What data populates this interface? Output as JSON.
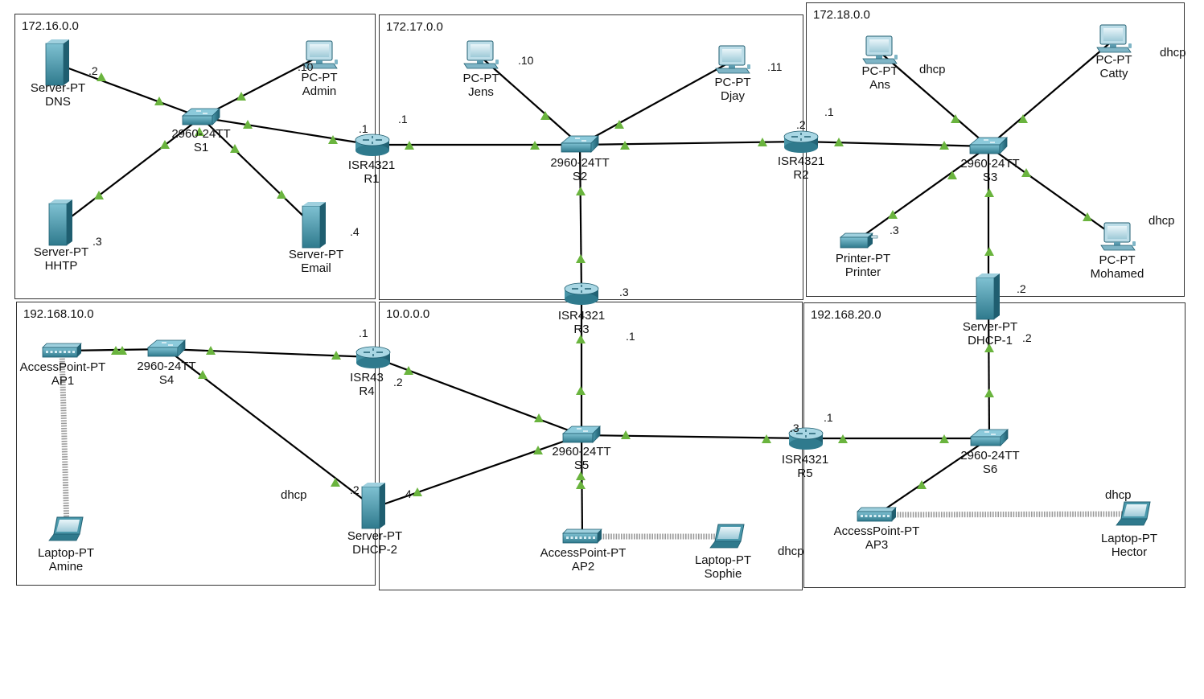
{
  "colors": {
    "link": "#000000",
    "port_up": "#6ab43e",
    "device_body": "#3f8ea1",
    "device_dark": "#1f5e70",
    "zone_border": "#333333"
  },
  "zones": [
    {
      "id": "z1",
      "label": "172.16.0.0"
    },
    {
      "id": "z2",
      "label": "172.17.0.0"
    },
    {
      "id": "z3",
      "label": "172.18.0.0"
    },
    {
      "id": "z4",
      "label": "192.168.10.0"
    },
    {
      "id": "z5",
      "label": "10.0.0.0"
    },
    {
      "id": "z6",
      "label": "192.168.20.0"
    }
  ],
  "devices": [
    {
      "id": "DNS",
      "kind": "server",
      "icon": "server-icon",
      "model": "Server-PT",
      "name": "DNS"
    },
    {
      "id": "Admin",
      "kind": "pc",
      "icon": "pc-icon",
      "model": "PC-PT",
      "name": "Admin"
    },
    {
      "id": "S1",
      "kind": "switch",
      "icon": "switch-icon",
      "model": "2960-24TT",
      "name": "S1"
    },
    {
      "id": "HHTP",
      "kind": "server",
      "icon": "server-icon",
      "model": "Server-PT",
      "name": "HHTP"
    },
    {
      "id": "Email",
      "kind": "server",
      "icon": "server-icon",
      "model": "Server-PT",
      "name": "Email"
    },
    {
      "id": "R1",
      "kind": "router",
      "icon": "router-icon",
      "model": "ISR4321",
      "name": "R1"
    },
    {
      "id": "Jens",
      "kind": "pc",
      "icon": "pc-icon",
      "model": "PC-PT",
      "name": "Jens"
    },
    {
      "id": "Djay",
      "kind": "pc",
      "icon": "pc-icon",
      "model": "PC-PT",
      "name": "Djay"
    },
    {
      "id": "S2",
      "kind": "switch",
      "icon": "switch-icon",
      "model": "2960-24TT",
      "name": "S2"
    },
    {
      "id": "R2",
      "kind": "router",
      "icon": "router-icon",
      "model": "ISR4321",
      "name": "R2"
    },
    {
      "id": "R3",
      "kind": "router",
      "icon": "router-icon",
      "model": "ISR4321",
      "name": "R3"
    },
    {
      "id": "Ans",
      "kind": "pc",
      "icon": "pc-icon",
      "model": "PC-PT",
      "name": "Ans"
    },
    {
      "id": "Catty",
      "kind": "pc",
      "icon": "pc-icon",
      "model": "PC-PT",
      "name": "Catty"
    },
    {
      "id": "S3",
      "kind": "switch",
      "icon": "switch-icon",
      "model": "2960-24TT",
      "name": "S3"
    },
    {
      "id": "Printer",
      "kind": "printer",
      "icon": "printer-icon",
      "model": "Printer-PT",
      "name": "Printer"
    },
    {
      "id": "Mohamed",
      "kind": "pc",
      "icon": "pc-icon",
      "model": "PC-PT",
      "name": "Mohamed"
    },
    {
      "id": "DHCP1",
      "kind": "server",
      "icon": "server-icon",
      "model": "Server-PT",
      "name": "DHCP-1"
    },
    {
      "id": "AP1",
      "kind": "ap",
      "icon": "access-point-icon",
      "model": "AccessPoint-PT",
      "name": "AP1"
    },
    {
      "id": "S4",
      "kind": "switch",
      "icon": "switch-icon",
      "model": "2960-24TT",
      "name": "S4"
    },
    {
      "id": "R4",
      "kind": "router",
      "icon": "router-icon",
      "model": "ISR43",
      "name": "R4"
    },
    {
      "id": "Amine",
      "kind": "laptop",
      "icon": "laptop-icon",
      "model": "Laptop-PT",
      "name": "Amine"
    },
    {
      "id": "DHCP2",
      "kind": "server",
      "icon": "server-icon",
      "model": "Server-PT",
      "name": "DHCP-2"
    },
    {
      "id": "S5",
      "kind": "switch",
      "icon": "switch-icon",
      "model": "2960-24TT",
      "name": "S5"
    },
    {
      "id": "AP2",
      "kind": "ap",
      "icon": "access-point-icon",
      "model": "AccessPoint-PT",
      "name": "AP2"
    },
    {
      "id": "Sophie",
      "kind": "laptop",
      "icon": "laptop-icon",
      "model": "Laptop-PT",
      "name": "Sophie"
    },
    {
      "id": "R5",
      "kind": "router",
      "icon": "router-icon",
      "model": "ISR4321",
      "name": "R5"
    },
    {
      "id": "S6",
      "kind": "switch",
      "icon": "switch-icon",
      "model": "2960-24TT",
      "name": "S6"
    },
    {
      "id": "AP3",
      "kind": "ap",
      "icon": "access-point-icon",
      "model": "AccessPoint-PT",
      "name": "AP3"
    },
    {
      "id": "Hector",
      "kind": "laptop",
      "icon": "laptop-icon",
      "model": "Laptop-PT",
      "name": "Hector"
    }
  ],
  "links": [
    {
      "from": "DNS",
      "to": "S1",
      "type": "wired"
    },
    {
      "from": "Admin",
      "to": "S1",
      "type": "wired"
    },
    {
      "from": "HHTP",
      "to": "S1",
      "type": "wired"
    },
    {
      "from": "Email",
      "to": "S1",
      "type": "wired"
    },
    {
      "from": "S1",
      "to": "R1",
      "type": "wired"
    },
    {
      "from": "R1",
      "to": "S2",
      "type": "wired"
    },
    {
      "from": "Jens",
      "to": "S2",
      "type": "wired"
    },
    {
      "from": "Djay",
      "to": "S2",
      "type": "wired"
    },
    {
      "from": "S2",
      "to": "R2",
      "type": "wired"
    },
    {
      "from": "S2",
      "to": "R3",
      "type": "wired"
    },
    {
      "from": "R2",
      "to": "S3",
      "type": "wired"
    },
    {
      "from": "Ans",
      "to": "S3",
      "type": "wired"
    },
    {
      "from": "Catty",
      "to": "S3",
      "type": "wired"
    },
    {
      "from": "Printer",
      "to": "S3",
      "type": "wired"
    },
    {
      "from": "Mohamed",
      "to": "S3",
      "type": "wired"
    },
    {
      "from": "S3",
      "to": "DHCP1",
      "type": "wired"
    },
    {
      "from": "AP1",
      "to": "S4",
      "type": "wired"
    },
    {
      "from": "S4",
      "to": "R4",
      "type": "wired"
    },
    {
      "from": "S4",
      "to": "DHCP2",
      "type": "wired"
    },
    {
      "from": "AP1",
      "to": "Amine",
      "type": "wireless"
    },
    {
      "from": "R4",
      "to": "S5",
      "type": "wired"
    },
    {
      "from": "DHCP2",
      "to": "S5",
      "type": "wired"
    },
    {
      "from": "R3",
      "to": "S5",
      "type": "wired"
    },
    {
      "from": "S5",
      "to": "AP2",
      "type": "wired"
    },
    {
      "from": "AP2",
      "to": "Sophie",
      "type": "wireless"
    },
    {
      "from": "S5",
      "to": "R5",
      "type": "wired"
    },
    {
      "from": "R5",
      "to": "S6",
      "type": "wired"
    },
    {
      "from": "S6",
      "to": "DHCP1",
      "type": "wired"
    },
    {
      "from": "S6",
      "to": "AP3",
      "type": "wired"
    },
    {
      "from": "AP3",
      "to": "Hector",
      "type": "wireless"
    }
  ],
  "annotations": [
    {
      "id": "a01",
      "text": ".2"
    },
    {
      "id": "a02",
      "text": ".10"
    },
    {
      "id": "a03",
      "text": ".3"
    },
    {
      "id": "a04",
      "text": ".4"
    },
    {
      "id": "a05",
      "text": ".1"
    },
    {
      "id": "a06",
      "text": ".1"
    },
    {
      "id": "a07",
      "text": ".10"
    },
    {
      "id": "a08",
      "text": ".11"
    },
    {
      "id": "a09",
      "text": ".2"
    },
    {
      "id": "a10",
      "text": ".1"
    },
    {
      "id": "a11",
      "text": ".3"
    },
    {
      "id": "a12",
      "text": ".1"
    },
    {
      "id": "a13",
      "text": "dhcp"
    },
    {
      "id": "a14",
      "text": "dhcp"
    },
    {
      "id": "a15",
      "text": ".3"
    },
    {
      "id": "a16",
      "text": "dhcp"
    },
    {
      "id": "a17",
      "text": ".2"
    },
    {
      "id": "a18",
      "text": ".2"
    },
    {
      "id": "a19",
      "text": ".1"
    },
    {
      "id": "a20",
      "text": ".2"
    },
    {
      "id": "a21",
      "text": ".2"
    },
    {
      "id": "a22",
      "text": ".4"
    },
    {
      "id": "a23",
      "text": "dhcp"
    },
    {
      "id": "a24",
      "text": "dhcp"
    },
    {
      "id": "a25",
      "text": ".3"
    },
    {
      "id": "a26",
      "text": ".1"
    },
    {
      "id": "a27",
      "text": "dhcp"
    }
  ]
}
